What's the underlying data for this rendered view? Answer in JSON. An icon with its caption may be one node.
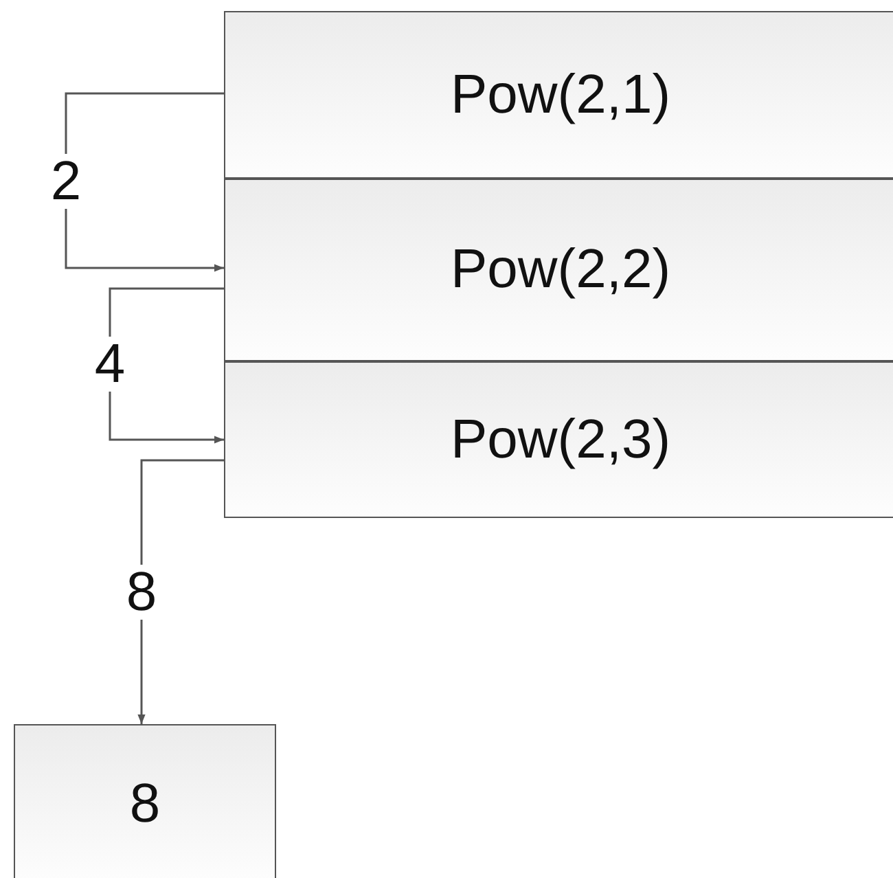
{
  "diagram": {
    "nodes": [
      {
        "text": [
          "Pow(2,1)"
        ]
      },
      {
        "text": [
          "Pow(2,2)"
        ]
      },
      {
        "text": [
          "Pow(2,3)"
        ]
      },
      {
        "text": [
          "8"
        ]
      }
    ],
    "edges": [
      {
        "from": 0,
        "to": 1,
        "arrow": "to",
        "label": "2"
      },
      {
        "from": 1,
        "to": 2,
        "arrow": "to",
        "label": "4"
      },
      {
        "from": 2,
        "to": 3,
        "arrow": "to",
        "label": "8"
      }
    ]
  }
}
